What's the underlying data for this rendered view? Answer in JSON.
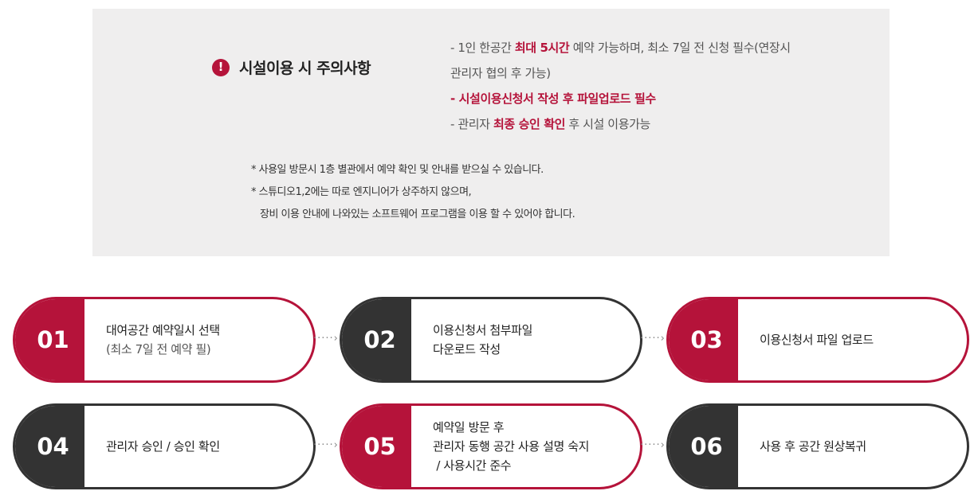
{
  "notice": {
    "title": "시설이용 시 주의사항",
    "icon": "exclamation-icon",
    "rule1_prefix": "- 1인 한공간 ",
    "rule1_em": "최대 5시간",
    "rule1_suffix": " 예약 가능하며, 최소 7일 전 신청 필수(연장시",
    "rule1_line2": "관리자 협의 후 가능)",
    "rule2": "- 시설이용신청서 작성 후 파일업로드 필수",
    "rule3_prefix": "- 관리자 ",
    "rule3_em": "최종 승인 확인",
    "rule3_suffix": " 후 시설 이용가능",
    "note1": "* 사용일 방문시 1층 별관에서 예약 확인 및 안내를 받으실 수 있습니다.",
    "note2": "* 스튜디오1,2에는 따로 엔지니어가 상주하지 않으며,",
    "note3": "장비 이용 안내에 나와있는 소프트웨어 프로그램을 이용 할 수 있어야 합니다."
  },
  "steps": [
    {
      "num": "01",
      "line1": "대여공간 예약일시 선택",
      "line2": "(최소 7일 전 예약 필)"
    },
    {
      "num": "02",
      "line1": "이용신청서 첨부파일",
      "line2": "다운로드 작성"
    },
    {
      "num": "03",
      "line1": "이용신청서 파일 업로드"
    },
    {
      "num": "04",
      "line1": "관리자 승인 / 승인 확인"
    },
    {
      "num": "05",
      "line1": "예약일 방문 후",
      "line2": "관리자 동행 공간 사용 설명 숙지",
      "line3": " / 사용시간 준수"
    },
    {
      "num": "06",
      "line1": "사용 후 공간 원상복귀"
    }
  ],
  "arrow": "·····›",
  "colors": {
    "accent": "#b5133a",
    "dark": "#333333",
    "panel": "#efeeee"
  }
}
